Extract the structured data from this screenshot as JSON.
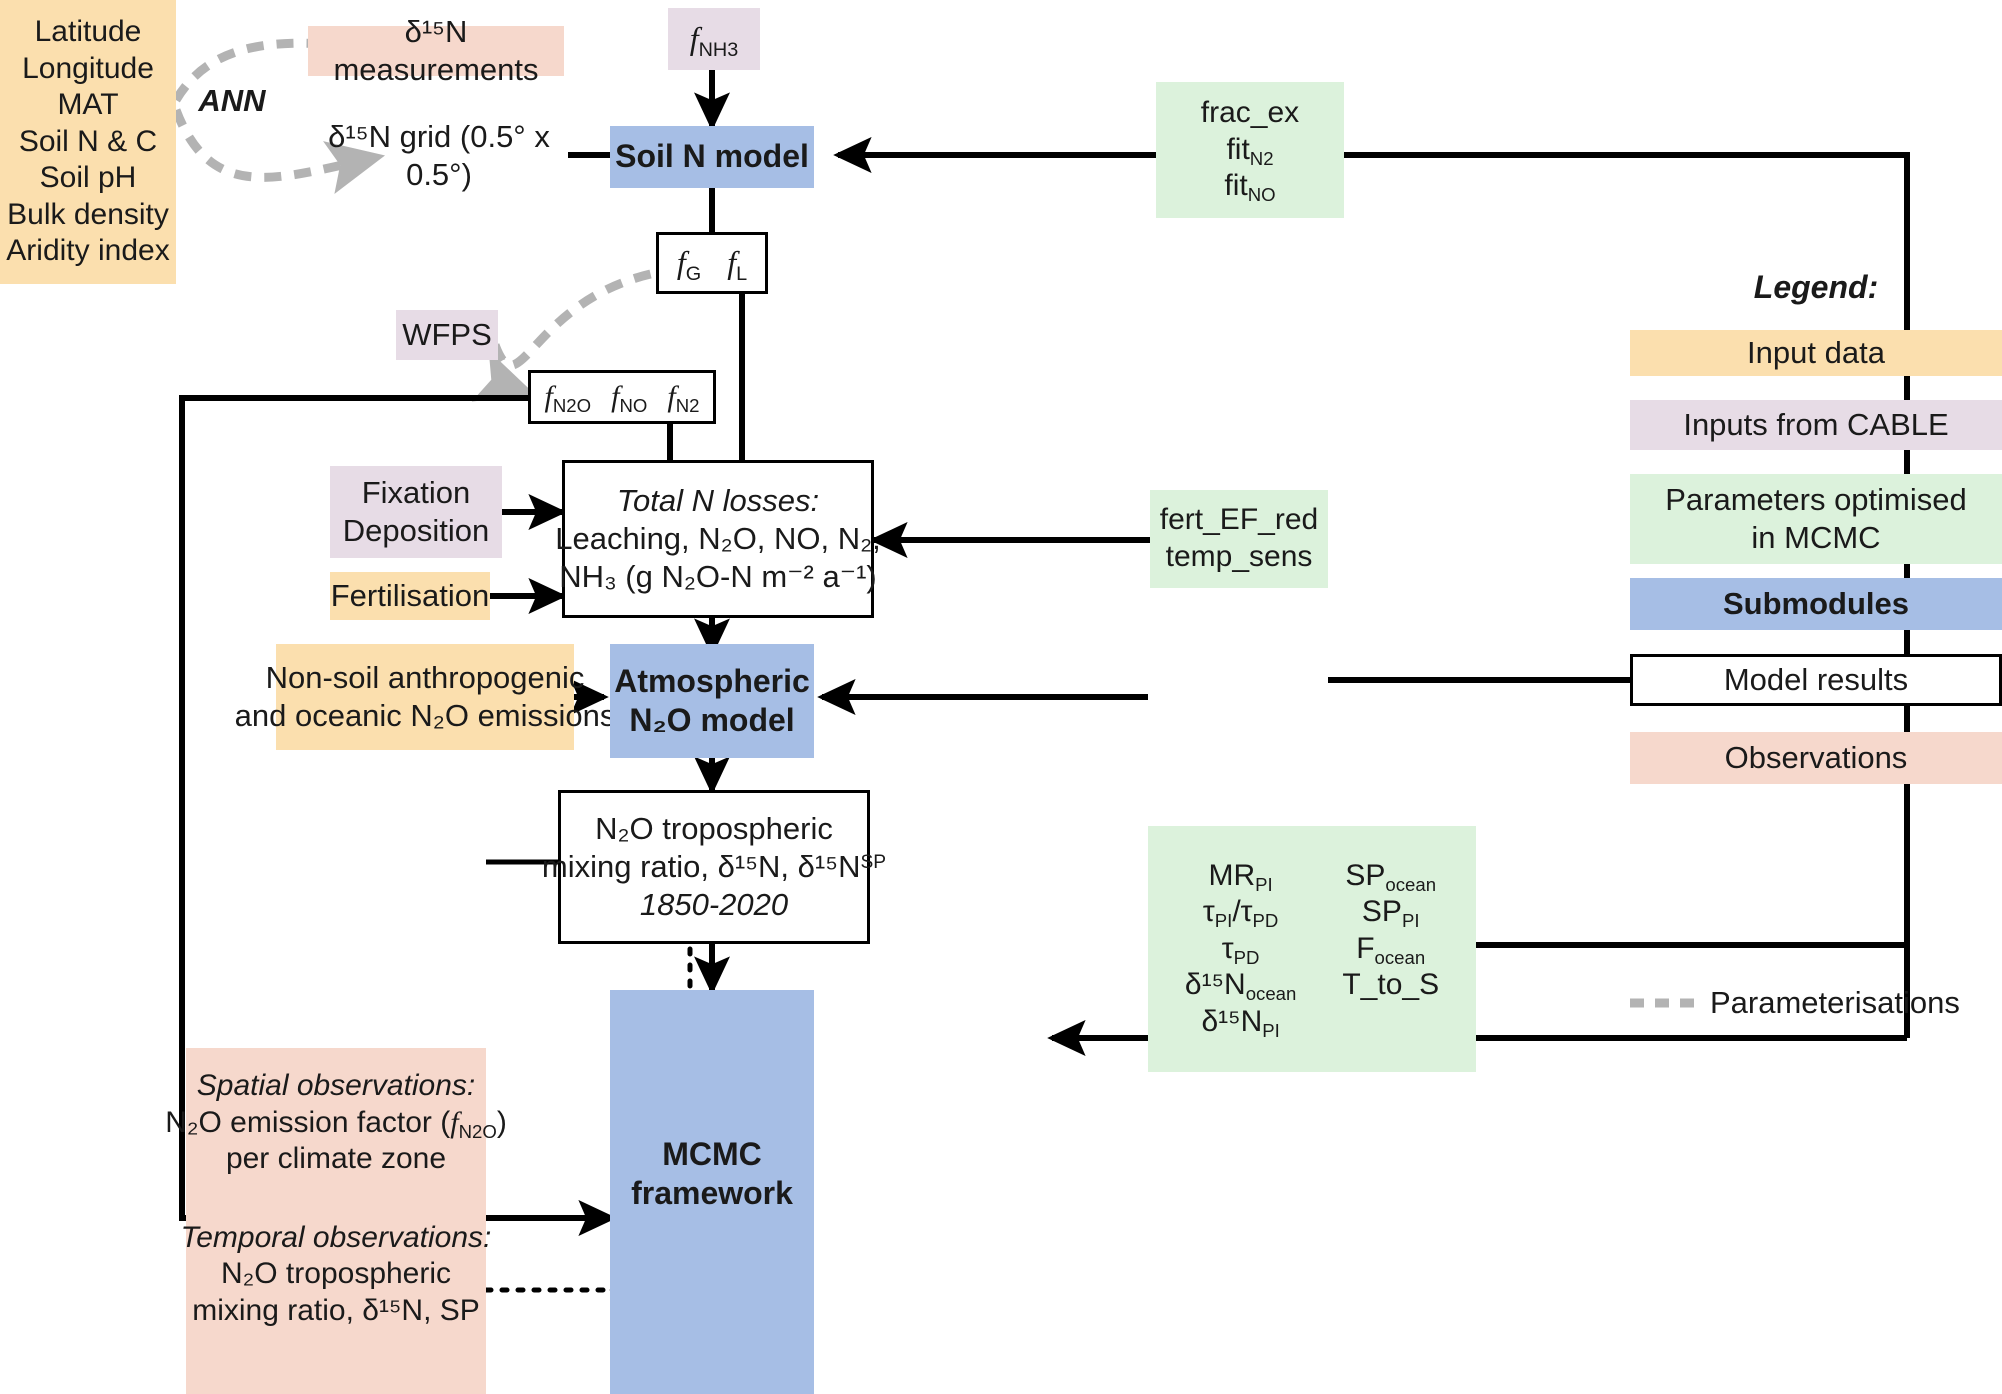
{
  "diagram": {
    "title": "N2O model framework flowchart",
    "colors": {
      "input_data": "#fbdfae",
      "inputs_cable": "#e7dce6",
      "params_mcmc": "#dcf2dc",
      "submodules": "#a6bee5",
      "model_results": "#ffffff",
      "observations": "#f6d8cc",
      "parameterisation_line": "#b3b3b3",
      "arrow": "#000000"
    },
    "nodes": {
      "input_data_list": {
        "type": "input_data",
        "items": [
          "Latitude",
          "Longitude",
          "MAT",
          "Soil N & C",
          "Soil pH",
          "Bulk density",
          "Aridity index"
        ]
      },
      "ann_label": {
        "text": "ANN"
      },
      "d15n_measurements": {
        "type": "observations",
        "text": "δ¹⁵N measurements"
      },
      "d15n_grid": {
        "type": "plain_text",
        "text": "δ¹⁵N grid (0.5° x 0.5°)"
      },
      "f_nh3": {
        "type": "inputs_cable",
        "base": "f",
        "sub": "NH3"
      },
      "soil_n_model": {
        "type": "submodule",
        "text": "Soil N model"
      },
      "frac_ex_params": {
        "type": "params_mcmc",
        "lines": [
          {
            "base": "frac_ex",
            "sub": ""
          },
          {
            "base": "fit",
            "sub": "N2"
          },
          {
            "base": "fit",
            "sub": "NO"
          }
        ]
      },
      "fg_fl_box": {
        "type": "model_results",
        "items": [
          {
            "base": "f",
            "sub": "G"
          },
          {
            "base": "f",
            "sub": "L"
          }
        ]
      },
      "wfps": {
        "type": "inputs_cable",
        "text": "WFPS"
      },
      "flux_box": {
        "type": "model_results",
        "items": [
          {
            "base": "f",
            "sub": "N2O"
          },
          {
            "base": "f",
            "sub": "NO"
          },
          {
            "base": "f",
            "sub": "N2"
          }
        ]
      },
      "fixation_deposition": {
        "type": "inputs_cable",
        "lines": [
          "Fixation",
          "Deposition"
        ]
      },
      "fertilisation": {
        "type": "input_data",
        "text": "Fertilisation"
      },
      "total_n_losses": {
        "type": "model_results",
        "heading": "Total N losses:",
        "line2": "Leaching, N₂O, NO, N₂,",
        "line3": "NH₃ (g N₂O-N m⁻² a⁻¹)"
      },
      "fert_params": {
        "type": "params_mcmc",
        "lines": [
          "fert_EF_red",
          "temp_sens"
        ]
      },
      "non_soil_emissions": {
        "type": "input_data",
        "lines": [
          "Non-soil anthropogenic",
          "and oceanic N₂O emissions"
        ]
      },
      "atmospheric_model": {
        "type": "submodule",
        "lines": [
          "Atmospheric",
          "N₂O model"
        ]
      },
      "atmos_params": {
        "type": "params_mcmc",
        "left_col": [
          {
            "base": "MR",
            "sub": "PI"
          },
          {
            "base": "τ",
            "sub": "PI",
            "mid": "/τ",
            "sub2": "PD"
          },
          {
            "base": "τ",
            "sub": "PD"
          },
          {
            "base": "δ¹⁵N",
            "sub": "ocean"
          },
          {
            "base": "δ¹⁵N",
            "sub": "PI"
          }
        ],
        "right_col": [
          {
            "base": "SP",
            "sub": "ocean"
          },
          {
            "base": "SP",
            "sub": "PI"
          },
          {
            "base": "F",
            "sub": "ocean"
          },
          {
            "base": "T_to_S",
            "sub": ""
          }
        ]
      },
      "n2o_results": {
        "type": "model_results",
        "line1": "N₂O tropospheric",
        "line2": "mixing ratio, δ¹⁵N, δ¹⁵N",
        "line2_sup": "SP",
        "line3": "1850-2020"
      },
      "observations_box": {
        "type": "observations",
        "spatial_heading": "Spatial observations:",
        "spatial_line1_a": "N₂O emission factor (",
        "spatial_line1_f": "f",
        "spatial_line1_sub": "N2O",
        "spatial_line1_b": ")",
        "spatial_line2": "per climate zone",
        "temporal_heading": "Temporal observations:",
        "temporal_line1": "N₂O tropospheric",
        "temporal_line2": "mixing ratio, δ¹⁵N, SP"
      },
      "mcmc_framework": {
        "type": "submodule",
        "lines": [
          "MCMC",
          "framework"
        ]
      }
    }
  },
  "legend": {
    "title": "Legend:",
    "items": [
      {
        "label": "Input data",
        "style": "orange",
        "bold": false
      },
      {
        "label": "Inputs from CABLE",
        "style": "purple",
        "bold": false
      },
      {
        "label": "Parameters optimised in MCMC",
        "style": "green",
        "bold": false,
        "line1": "Parameters optimised",
        "line2": "in MCMC"
      },
      {
        "label": "Submodules",
        "style": "blue",
        "bold": true
      },
      {
        "label": "Model results",
        "style": "plain",
        "bold": false
      },
      {
        "label": "Observations",
        "style": "pink",
        "bold": false
      },
      {
        "label": "Parameterisations",
        "style": "dashed-line",
        "bold": false
      }
    ]
  }
}
